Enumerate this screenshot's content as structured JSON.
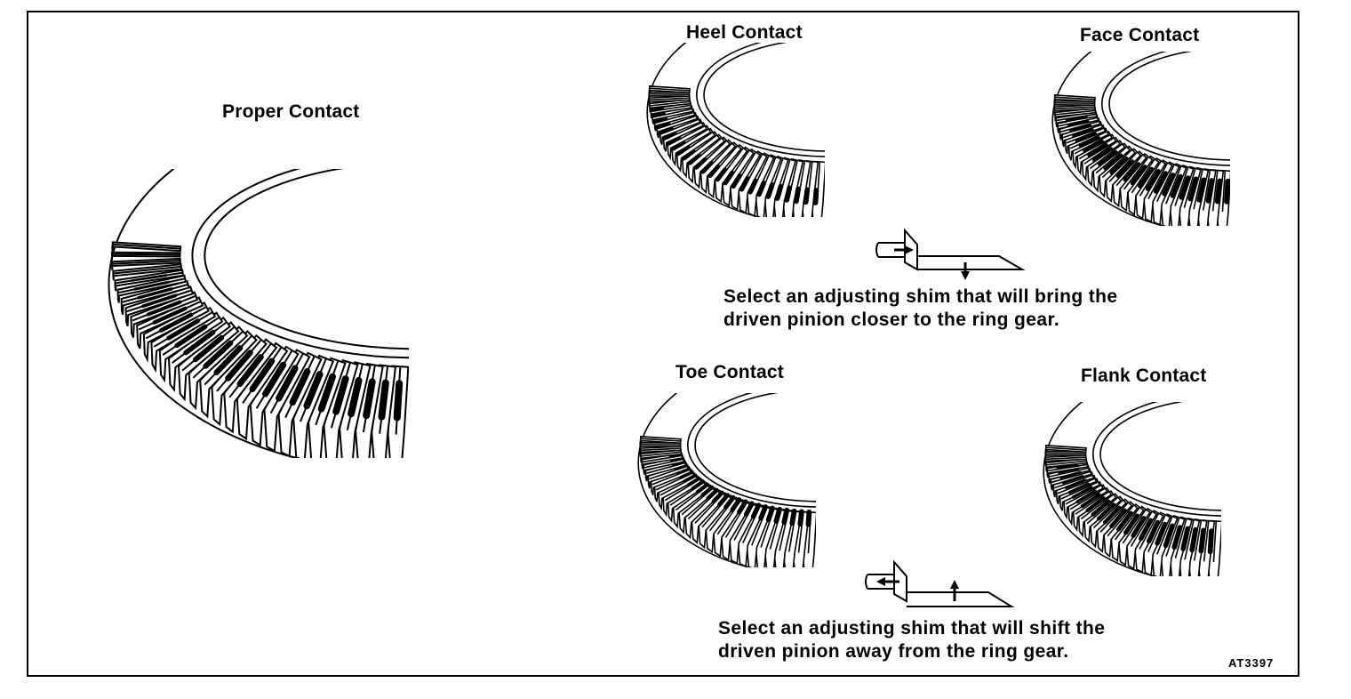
{
  "figure_code": "AT3397",
  "panels": {
    "proper": {
      "label": "Proper Contact"
    },
    "heel": {
      "label": "Heel Contact"
    },
    "face": {
      "label": "Face Contact"
    },
    "toe": {
      "label": "Toe Contact"
    },
    "flank": {
      "label": "Flank Contact"
    }
  },
  "instructions": {
    "closer": {
      "line1": "Select an adjusting shim that will bring the",
      "line2": "driven pinion closer to the ring gear."
    },
    "away": {
      "line1": "Select an adjusting shim that will shift the",
      "line2": "driven pinion away from the ring gear."
    }
  },
  "icons": {
    "gear": "ring-gear-drawing",
    "arrow_closer": "pinion-shift-closer-diagram",
    "arrow_away": "pinion-shift-away-diagram"
  }
}
